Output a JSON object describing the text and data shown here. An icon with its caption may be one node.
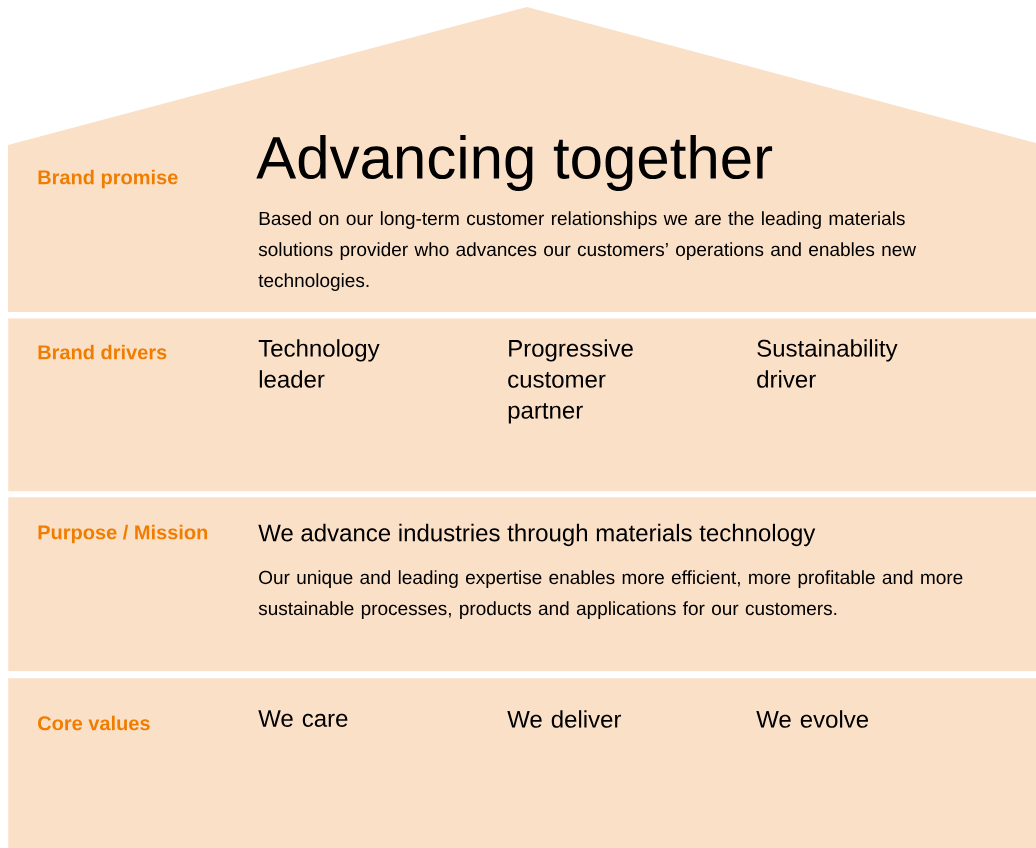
{
  "diagram": {
    "nodes": [
      {
        "text": [
          "Brand promise",
          "Advancing together",
          "Based on our long-term customer relationships we are the leading materials solutions provider who advances our customers’ operations and enables new technologies."
        ]
      },
      {
        "text": [
          "Brand drivers",
          "Technology leader",
          "Progressive customer partner",
          "Sustainability driver"
        ]
      },
      {
        "text": [
          "Purpose / Mission",
          "We advance industries through materials technology",
          "Our unique and leading expertise enables more efficient, more profitable and more sustainable processes, products and applications for our customers."
        ]
      },
      {
        "text": [
          "Core values",
          "We care",
          "We deliver",
          "We evolve"
        ]
      }
    ],
    "edges": []
  }
}
